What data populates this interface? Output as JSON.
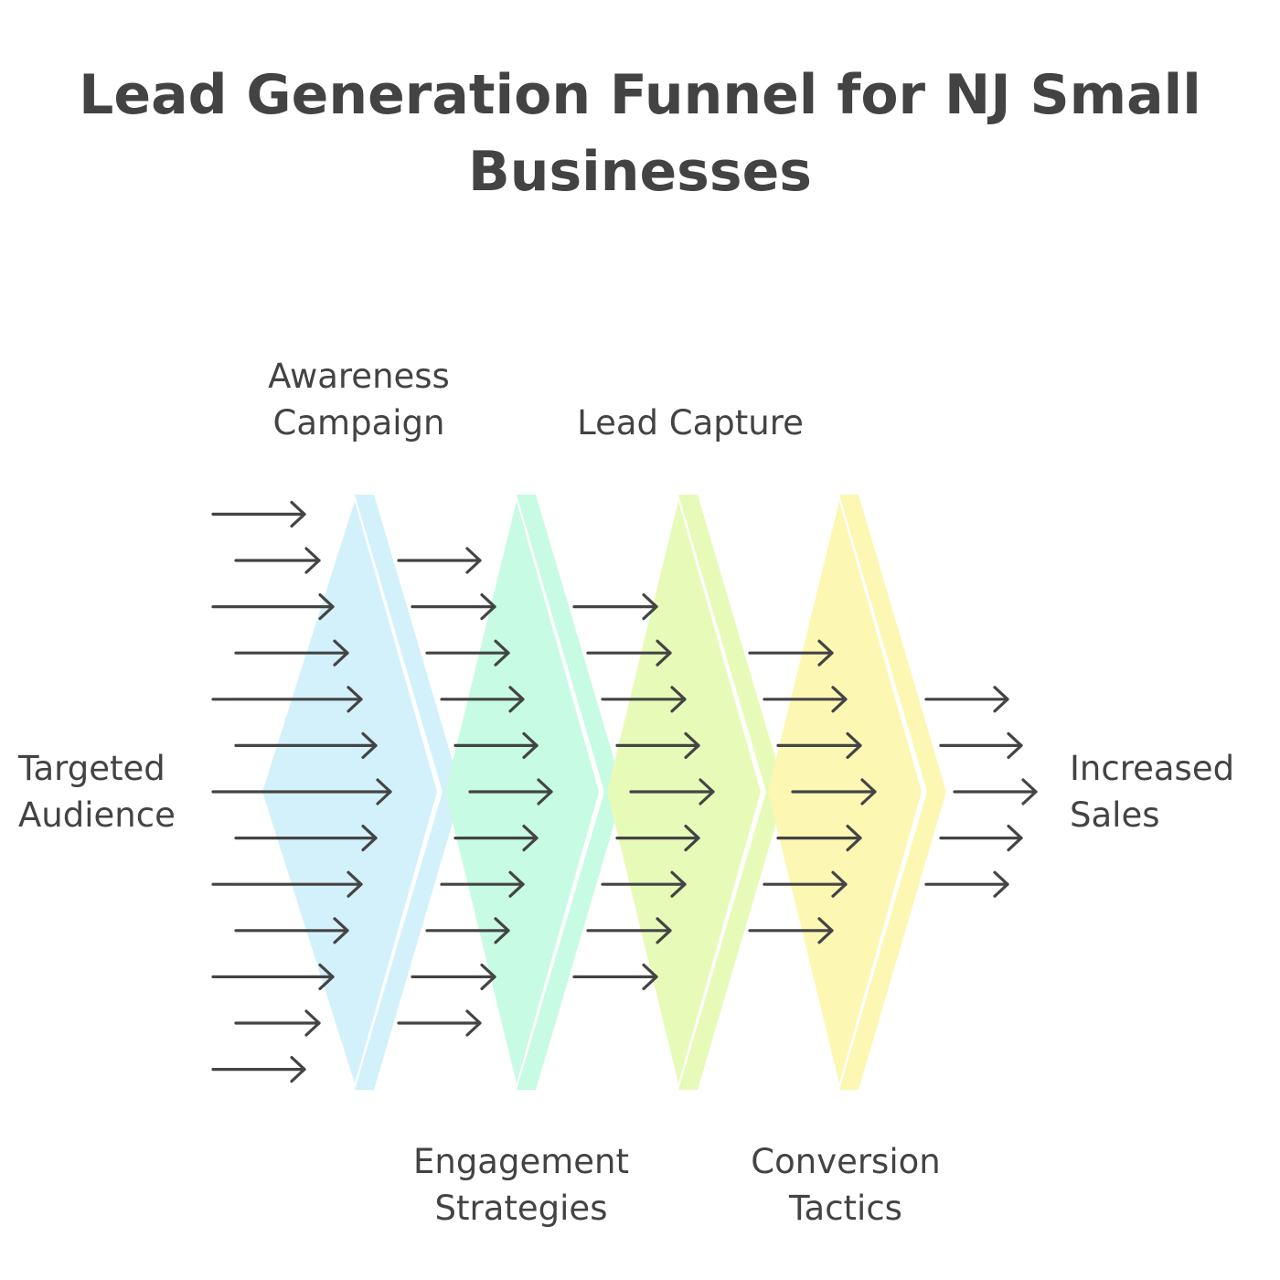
{
  "title": {
    "line1": "Lead Generation Funnel for NJ Small",
    "line2": "Businesses"
  },
  "input_label": {
    "line1": "Targeted",
    "line2": "Audience"
  },
  "output_label": {
    "line1": "Increased",
    "line2": "Sales"
  },
  "stages": [
    {
      "name": "awareness-campaign",
      "line1": "Awareness",
      "line2": "Campaign",
      "color": "#d3f1fb",
      "input_arrows": 13,
      "label_position": "top"
    },
    {
      "name": "engagement-strategies",
      "line1": "Engagement",
      "line2": "Strategies",
      "color": "#c7fbe4",
      "input_arrows": 11,
      "label_position": "bottom"
    },
    {
      "name": "lead-capture",
      "line1": "Lead Capture",
      "line2": "",
      "color": "#e7fbb9",
      "input_arrows": 9,
      "label_position": "top"
    },
    {
      "name": "conversion-tactics",
      "line1": "Conversion",
      "line2": "Tactics",
      "color": "#fdf7b4",
      "input_arrows": 7,
      "label_position": "bottom"
    }
  ],
  "output_arrows": 5,
  "colors": {
    "text": "#434343",
    "arrow": "#444444"
  }
}
